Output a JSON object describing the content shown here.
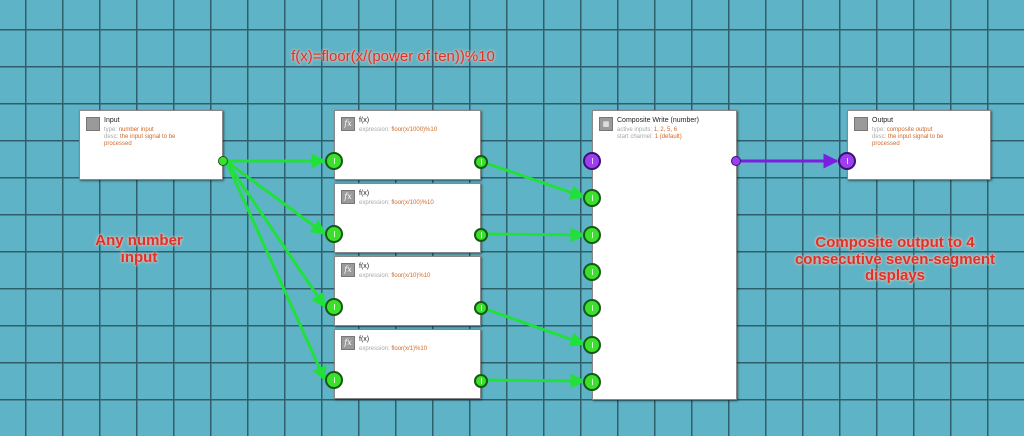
{
  "colors": {
    "background": "#5fb3c6",
    "grid": "#2f5f6b",
    "wire_green": "#22e03a",
    "wire_purple": "#7a1fe0",
    "annotation": "#e0302a"
  },
  "formula_annotation": "f(x)=floor(x/(power of ten))%10",
  "left_annotation": "Any number input",
  "right_annotation": "Composite output to 4 consecutive seven-segment displays",
  "input_node": {
    "icon": "input-square-icon",
    "title": "Input",
    "type_key": "type:",
    "type_value": "number input",
    "desc_key": "desc:",
    "desc_value": "the input signal to be processed"
  },
  "fx_nodes": [
    {
      "icon": "fx-icon",
      "title": "f(x)",
      "expr_key": "expression:",
      "expr_value": "floor(x/1000)%10"
    },
    {
      "icon": "fx-icon",
      "title": "f(x)",
      "expr_key": "expression:",
      "expr_value": "floor(x/100)%10"
    },
    {
      "icon": "fx-icon",
      "title": "f(x)",
      "expr_key": "expression:",
      "expr_value": "floor(x/10)%10"
    },
    {
      "icon": "fx-icon",
      "title": "f(x)",
      "expr_key": "expression:",
      "expr_value": "floor(x/1)%10"
    }
  ],
  "composite_node": {
    "icon": "composite-write-icon",
    "title": "Composite Write (number)",
    "inputs_key": "active inputs:",
    "inputs_value": "1, 2, 5, 6",
    "channel_key": "start channel:",
    "channel_value": "1 (default)"
  },
  "output_node": {
    "icon": "output-square-icon",
    "title": "Output",
    "type_key": "type:",
    "type_value": "composite output",
    "desc_key": "desc:",
    "desc_value": "the input signal to be processed"
  }
}
